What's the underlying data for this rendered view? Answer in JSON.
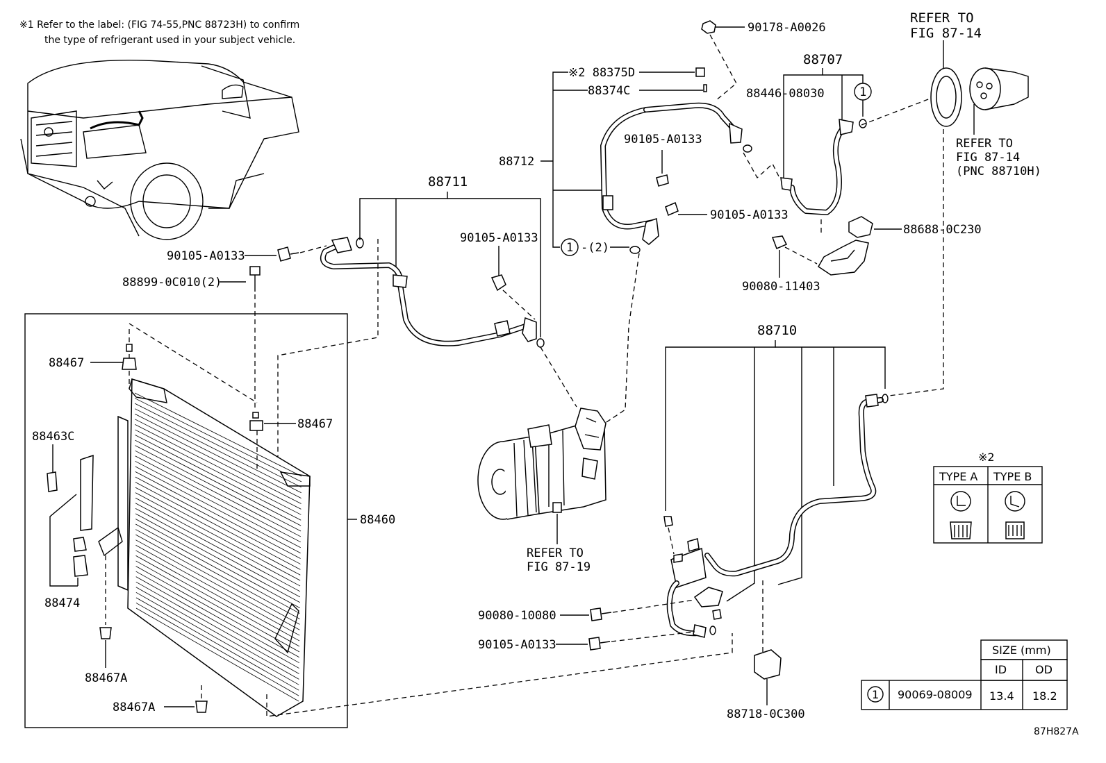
{
  "note": {
    "line1": "※1 Refer to the label: (FIG 74-55,PNC 88723H) to confirm",
    "line2": "the type of refrigerant used in your subject vehicle."
  },
  "labels": {
    "p90178": "90178-A0026",
    "x2_88375d": "※2 88375D",
    "p88374c": "88374C",
    "p88707": "88707",
    "p88446": "88446-08030",
    "refer_top": "REFER TO",
    "fig_top": "FIG 87-14",
    "refer_right": "REFER TO",
    "fig_right": "FIG 87-14",
    "pnc_right": "(PNC 88710H)",
    "p88712": "88712",
    "p90105_a": "90105-A0133",
    "p90105_b": "90105-A0133",
    "p88711": "88711",
    "p90105_c": "90105-A0133",
    "p90105_d": "90105-A0133",
    "p88899": "88899-0C010(2)",
    "circle1_qty": "-(2)",
    "p88688": "88688-0C230",
    "p90080_11403": "90080-11403",
    "p88467_a": "88467",
    "p88467_b": "88467",
    "p88463c": "88463C",
    "p88460": "88460",
    "p88474": "88474",
    "p88467a_a": "88467A",
    "p88467a_b": "88467A",
    "p88710": "88710",
    "refer_comp": "REFER TO",
    "fig_comp": "FIG 87-19",
    "p90080_10080": "90080-10080",
    "p90105_e": "90105-A0133",
    "p88718": "88718-0C300",
    "circle_num": "1",
    "footer": "87H827A"
  },
  "type_table": {
    "mark": "※2",
    "col_a": "TYPE A",
    "col_b": "TYPE B"
  },
  "size_table": {
    "header": "SIZE (mm)",
    "col_id": "ID",
    "col_od": "OD",
    "row_num": "1",
    "row_part": "90069-08009",
    "row_id": "13.4",
    "row_od": "18.2"
  }
}
